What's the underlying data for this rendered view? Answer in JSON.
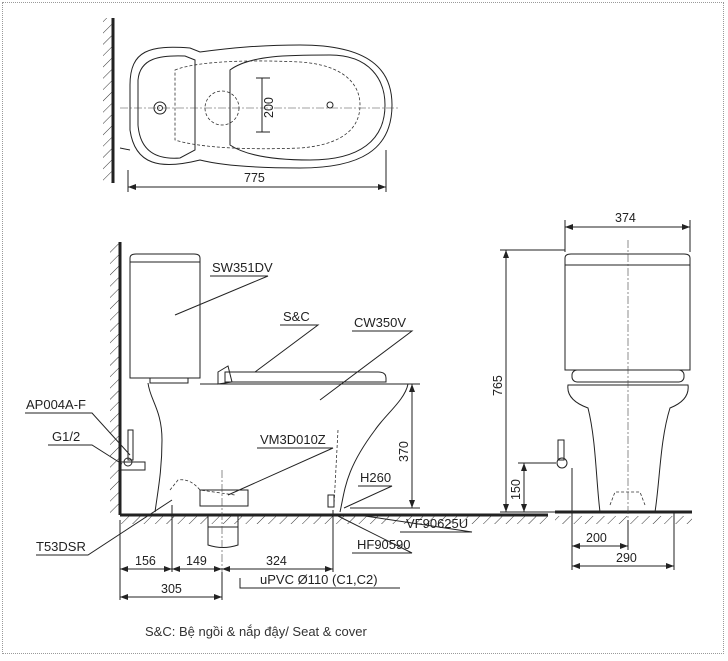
{
  "labels": {
    "tank": "SW351DV",
    "seat": "S&C",
    "bowl": "CW350V",
    "angle_valve": "AP004A-F",
    "thread": "G1/2",
    "flange": "VM3D010Z",
    "bolt_cap": "H260",
    "floor_fix": "VF90625U",
    "fix_bolt": "HF90590",
    "supply_hose": "T53DSR",
    "pipe": "uPVC Ø110 (C1,C2)"
  },
  "dimensions": {
    "top_length": "775",
    "top_width": "200",
    "seat_height": "370",
    "d156": "156",
    "d149": "149",
    "d324": "324",
    "d305": "305",
    "front_width": "374",
    "total_height": "765",
    "supply_height": "150",
    "d200": "200",
    "d290": "290"
  },
  "caption": "S&C: Bệ ngồi & nắp đậy/ Seat & cover"
}
